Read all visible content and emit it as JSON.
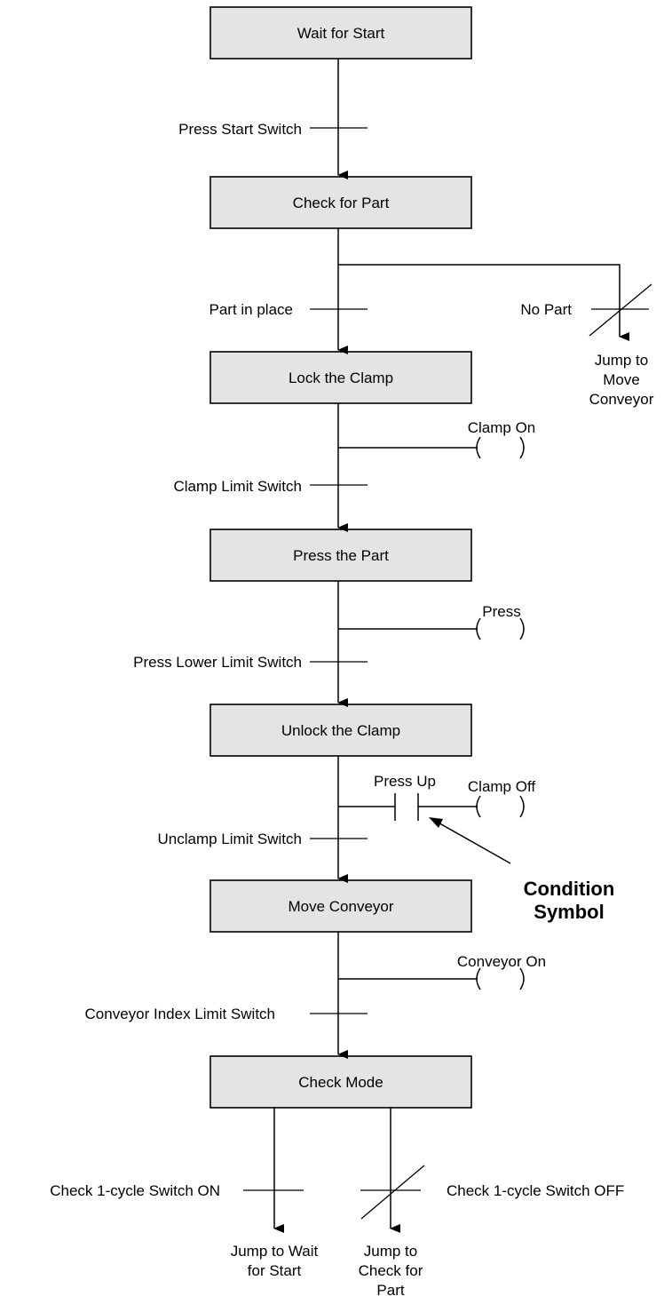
{
  "steps": {
    "wait_for_start": "Wait for Start",
    "check_for_part": "Check for Part",
    "lock_clamp": "Lock the Clamp",
    "press_part": "Press the Part",
    "unlock_clamp": "Unlock the Clamp",
    "move_conveyor": "Move Conveyor",
    "check_mode": "Check Mode"
  },
  "transitions": {
    "press_start_switch": "Press Start Switch",
    "part_in_place": "Part in place",
    "no_part": "No Part",
    "clamp_limit_switch": "Clamp Limit Switch",
    "press_lower_limit_switch": "Press Lower Limit Switch",
    "unclamp_limit_switch": "Unclamp Limit Switch",
    "conveyor_index_limit_switch": "Conveyor Index Limit Switch",
    "check_1cycle_on": "Check 1-cycle Switch ON",
    "check_1cycle_off": "Check 1-cycle Switch OFF"
  },
  "actions": {
    "clamp_on": "Clamp On",
    "press": "Press",
    "press_up": "Press Up",
    "clamp_off": "Clamp Off",
    "conveyor_on": "Conveyor On"
  },
  "jumps": {
    "move_conveyor": [
      "Jump to",
      "Move",
      "Conveyor"
    ],
    "wait_for_start": [
      "Jump to Wait",
      "for Start"
    ],
    "check_for_part": [
      "Jump to",
      "Check for",
      "Part"
    ]
  },
  "annotation": {
    "condition_symbol": [
      "Condition",
      "Symbol"
    ]
  },
  "colors": {
    "step_fill": "#e4e4e4",
    "line": "#000000",
    "background": "#ffffff"
  }
}
